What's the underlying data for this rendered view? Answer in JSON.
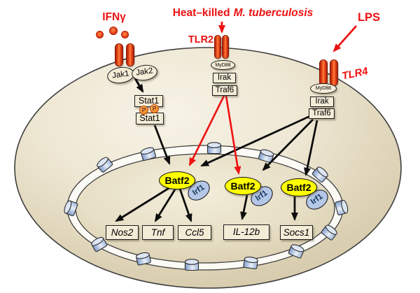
{
  "figure": {
    "description": "Batf2 induction signaling diagram in a macrophage cell"
  },
  "stimuli": {
    "ifng": "IFNγ",
    "heat_killed_prefix": "Heat–killed",
    "heat_killed_species": "M. tuberculosis",
    "lps": "LPS"
  },
  "receptors": {
    "tlr2": "TLR2",
    "tlr4": "TLR4"
  },
  "jak_stat": {
    "jak1": "Jak1",
    "jak2": "Jak2",
    "stat1_upper": "Stat1",
    "stat1_lower": "Stat1",
    "phospho_label": "P"
  },
  "tlr2_cascade": {
    "myd88": "MyD88",
    "irak": "Irak",
    "traf6": "Traf6"
  },
  "tlr4_cascade": {
    "myd88": "MyD88",
    "irak": "Irak",
    "traf6": "Traf6"
  },
  "nucleus": {
    "complexes": [
      {
        "tf": "Batf2",
        "cofactor": "Irf1"
      },
      {
        "tf": "Batf2",
        "cofactor": "Irf1"
      },
      {
        "tf": "Batf2",
        "cofactor": "Irf1"
      }
    ],
    "genes": [
      "Nos2",
      "Tnf",
      "Ccl5",
      "IL-12b",
      "Socs1"
    ]
  },
  "colors": {
    "signal_red": "#ee1212",
    "batf2_yellow": "#ffff00",
    "irf1_blue": "#b4c7e7",
    "node_cream": "#f3ecd7",
    "pore_blue": "#b7c9e8"
  }
}
